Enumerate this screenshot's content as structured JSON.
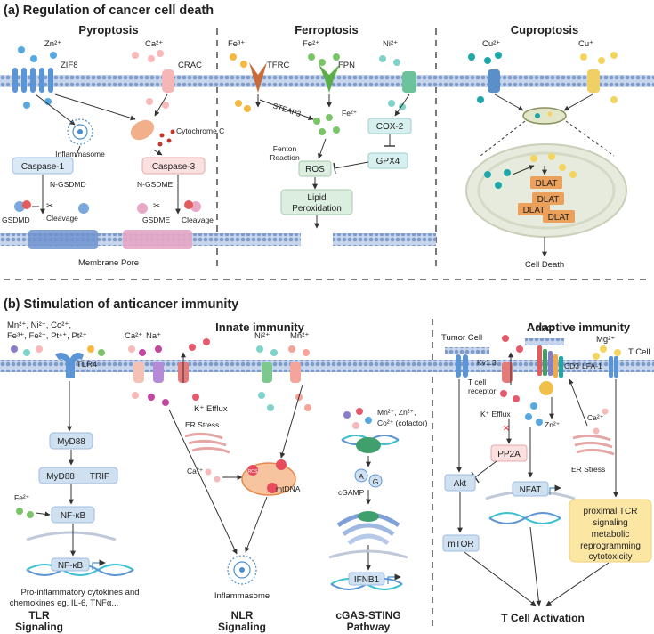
{
  "section_a": {
    "title": "(a) Regulation of cancer cell death",
    "pyroptosis": {
      "title": "Pyroptosis",
      "zn": "Zn²⁺",
      "zif8": "ZIF8",
      "ca": "Ca²⁺",
      "crac": "CRAC",
      "inflammasome": "Inflammasome",
      "cytochrome": "Cytochrome C",
      "caspase1": "Caspase-1",
      "caspase3": "Caspase-3",
      "ngsdmd": "N-GSDMD",
      "ngsdme": "N-GSDME",
      "gsdmd": "GSDMD",
      "gsdme": "GSDME",
      "cleavage1": "Cleavage",
      "cleavage2": "Cleavage",
      "pore": "Membrane Pore"
    },
    "ferroptosis": {
      "title": "Ferroptosis",
      "fe3": "Fe³⁺",
      "tfrc": "TFRC",
      "fe2": "Fe²⁺",
      "fpn": "FPN",
      "ni": "Ni²⁺",
      "steap3": "STEAP3",
      "fe2b": "Fe²⁺",
      "fenton1": "Fenton",
      "fenton2": "Reaction",
      "ros": "ROS",
      "cox2": "COX-2",
      "gpx4": "GPX4",
      "lipid1": "Lipid",
      "lipid2": "Peroxidation"
    },
    "cuproptosis": {
      "title": "Cuproptosis",
      "cu2": "Cu²⁺",
      "cu1": "Cu⁺",
      "dlat": [
        "DLAT",
        "DLAT",
        "DLAT",
        "DLAT"
      ],
      "death": "Cell Death"
    }
  },
  "section_b": {
    "title": "(b) Stimulation of anticancer immunity",
    "innate": {
      "title": "Innate immunity",
      "ions1": "Mn²⁺, Ni²⁺, Co²⁺,",
      "ions2": "Fe³⁺, Fe²⁺, Pt⁴⁺, Pt²⁺",
      "tlr4": "TLR4",
      "myd88": "MyD88",
      "myd88b": "MyD88",
      "trif": "TRIF",
      "fe2": "Fe²⁺",
      "nfkb": "NF-κB",
      "nfkb2": "NF-κB",
      "cyto1": "Pro-inflammatory cytokines and",
      "cyto2": "chemokines eg. IL-6, TNFα...",
      "tlr1": "TLR",
      "tlr2": "Signaling",
      "ca": "Ca²⁺",
      "na": "Na⁺",
      "kefflux": "K⁺ Efflux",
      "er": "ER Stress",
      "ca2": "Ca²⁺",
      "mtdna": "mtDNA",
      "ros": "ROS",
      "ni": "Ni²⁺",
      "mn": "Mn²⁺",
      "inflammasome": "Inflammasome",
      "nlr1": "NLR",
      "nlr2": "Signaling",
      "cgas1": "Mn²⁺, Zn²⁺,",
      "cgas2": "Co²⁺ (cofactor)",
      "a": "A",
      "g": "G",
      "cgamp": "cGAMP",
      "ifnb1": "IFNB1",
      "sting1": "cGAS-STING",
      "sting2": "Pathway"
    },
    "adaptive": {
      "title": "Adaptive immunity",
      "tumor": "Tumor Cell",
      "apc": "APC",
      "mg": "Mg²⁺",
      "tcell": "T Cell",
      "kv13": "Kv1.3",
      "cd3": "CD3",
      "lfa1": "LFA-1",
      "tcr1": "T cell",
      "tcr2": "receptor",
      "kefflux": "K⁺ Efflux",
      "zn": "Zn²⁺",
      "ca": "Ca²⁺",
      "pp2a": "PP2A",
      "akt": "Akt",
      "mtor": "mTOR",
      "nfat": "NFAT",
      "er": "ER Stress",
      "out1": "proximal TCR",
      "out2": "signaling",
      "out3": "metabolic",
      "out4": "reprogramming",
      "out5": "cytotoxicity",
      "activation": "T Cell Activation"
    }
  },
  "colors": {
    "membrane": "#7f9bc9",
    "caspase1_fill": "#dbe8f6",
    "caspase3_fill": "#fbe0e0",
    "box_blue": "#cfe0f1",
    "box_green": "#dceee0",
    "box_teal": "#d7efee",
    "dlat": "#eba15b",
    "yellow_box": "#fbe6a4"
  }
}
